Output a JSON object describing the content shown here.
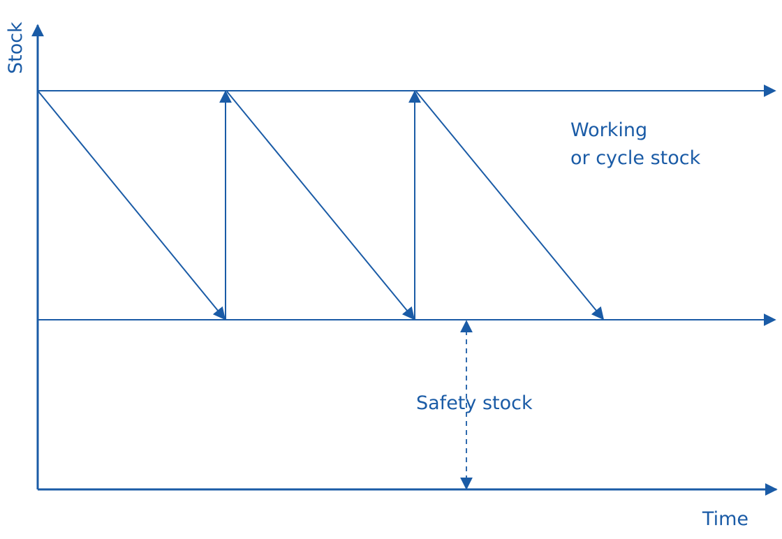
{
  "axes": {
    "y_label": "Stock",
    "x_label": "Time"
  },
  "labels": {
    "working_stock": [
      "Working",
      "or cycle stock"
    ],
    "safety_stock": "Safety stock"
  },
  "colors": {
    "line": "#1a5ba6",
    "text": "#1a5ba6",
    "background": "#ffffff"
  },
  "chart_data": {
    "type": "line",
    "series": [
      {
        "values": [
          1,
          0,
          1,
          0,
          1,
          0
        ]
      }
    ],
    "levels": [
      "Working or cycle stock",
      "Safety stock"
    ]
  }
}
